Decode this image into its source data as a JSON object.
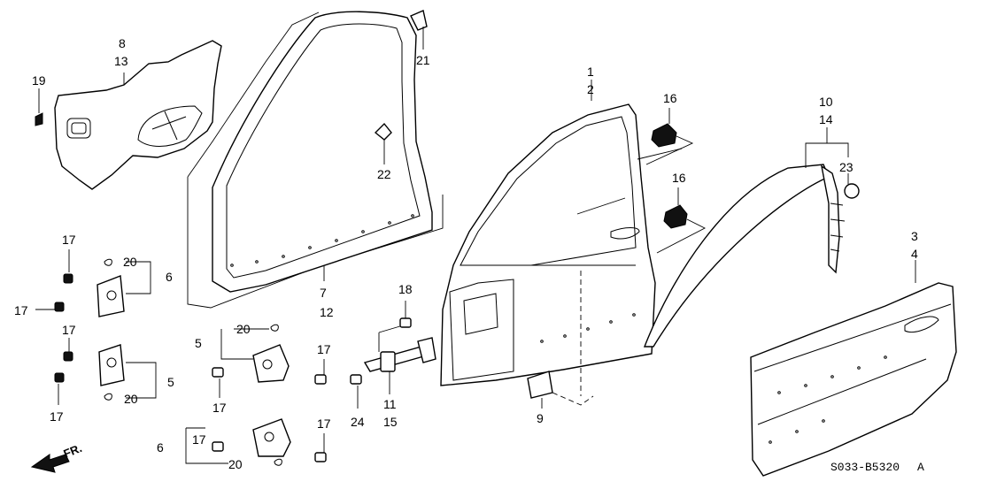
{
  "diagram": {
    "callouts": [
      {
        "id": "c1",
        "text": "1"
      },
      {
        "id": "c2",
        "text": "2"
      },
      {
        "id": "c3",
        "text": "3"
      },
      {
        "id": "c4",
        "text": "4"
      },
      {
        "id": "c5a",
        "text": "5"
      },
      {
        "id": "c5b",
        "text": "5"
      },
      {
        "id": "c6a",
        "text": "6"
      },
      {
        "id": "c6b",
        "text": "6"
      },
      {
        "id": "c7",
        "text": "7"
      },
      {
        "id": "c8",
        "text": "8"
      },
      {
        "id": "c9",
        "text": "9"
      },
      {
        "id": "c10",
        "text": "10"
      },
      {
        "id": "c11",
        "text": "11"
      },
      {
        "id": "c12",
        "text": "12"
      },
      {
        "id": "c13",
        "text": "13"
      },
      {
        "id": "c14",
        "text": "14"
      },
      {
        "id": "c15",
        "text": "15"
      },
      {
        "id": "c16a",
        "text": "16"
      },
      {
        "id": "c16b",
        "text": "16"
      },
      {
        "id": "c17a",
        "text": "17"
      },
      {
        "id": "c17b",
        "text": "17"
      },
      {
        "id": "c17c",
        "text": "17"
      },
      {
        "id": "c17d",
        "text": "17"
      },
      {
        "id": "c17e",
        "text": "17"
      },
      {
        "id": "c17f",
        "text": "17"
      },
      {
        "id": "c17g",
        "text": "17"
      },
      {
        "id": "c17h",
        "text": "17"
      },
      {
        "id": "c18",
        "text": "18"
      },
      {
        "id": "c19",
        "text": "19"
      },
      {
        "id": "c20a",
        "text": "20"
      },
      {
        "id": "c20b",
        "text": "20"
      },
      {
        "id": "c20c",
        "text": "20"
      },
      {
        "id": "c20d",
        "text": "20"
      },
      {
        "id": "c21",
        "text": "21"
      },
      {
        "id": "c22",
        "text": "22"
      },
      {
        "id": "c23",
        "text": "23"
      },
      {
        "id": "c24",
        "text": "24"
      }
    ],
    "direction_label": "FR.",
    "diagram_code": "S033-B5320",
    "diagram_code_suffix": "A"
  }
}
